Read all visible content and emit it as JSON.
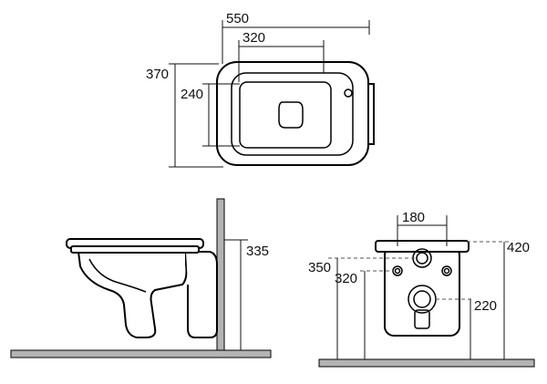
{
  "top_view": {
    "width_outer": "550",
    "width_inner": "320",
    "depth_outer": "370",
    "depth_inner": "240"
  },
  "side_view": {
    "height_rim": "335"
  },
  "front_view": {
    "outlet_spacing": "180",
    "height_rim": "420",
    "height_bolt": "350",
    "height_inlet": "320",
    "height_outlet": "220"
  },
  "colors": {
    "line": "#000000",
    "wall_fill": "#b3b3b3",
    "background": "#ffffff"
  }
}
